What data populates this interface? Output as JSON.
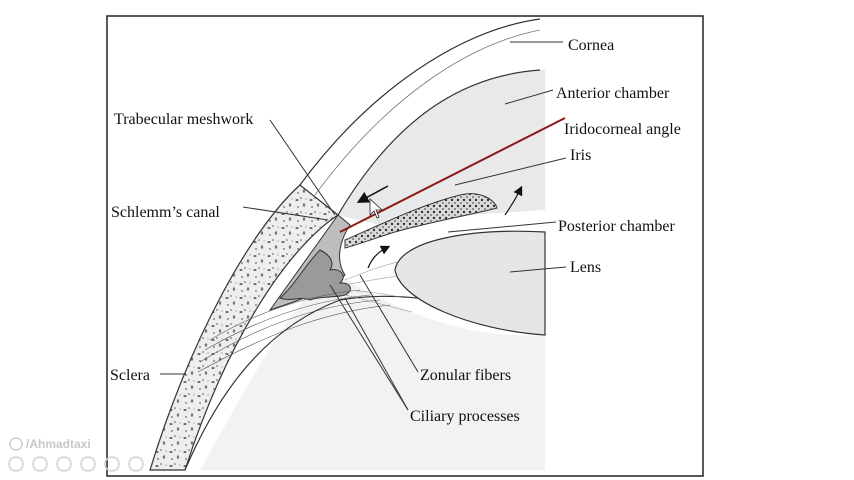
{
  "labels": {
    "cornea": "Cornea",
    "anterior_chamber": "Anterior chamber",
    "iridocorneal_angle": "Iridocorneal angle",
    "iris": "Iris",
    "posterior_chamber": "Posterior chamber",
    "lens": "Lens",
    "trabecular_meshwork": "Trabecular meshwork",
    "schlemms_canal": "Schlemm’s canal",
    "sclera": "Sclera",
    "zonular_fibers": "Zonular fibers",
    "ciliary_processes": "Ciliary processes"
  },
  "watermark": {
    "handle": "/Ahmadtaxi"
  },
  "colors": {
    "angle_line": "#8b1a1a",
    "frame": "#222222"
  }
}
